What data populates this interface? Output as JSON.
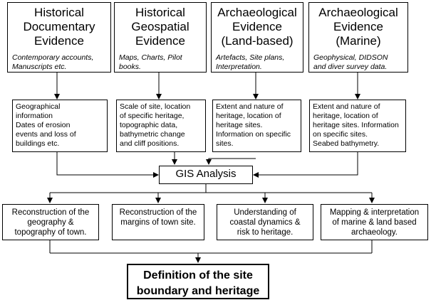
{
  "sources": [
    {
      "title": "Historical\nDocumentary\nEvidence",
      "detail": "Contemporary accounts,\nManuscripts etc."
    },
    {
      "title": "Historical\nGeospatial\nEvidence",
      "detail": "Maps, Charts, Pilot\nbooks."
    },
    {
      "title": "Archaeological\nEvidence\n(Land-based)",
      "detail": "Artefacts, Site plans,\nInterpretation."
    },
    {
      "title": "Archaeological\nEvidence\n(Marine)",
      "detail": "Geophysical, DIDSON\nand diver survey data."
    }
  ],
  "information": [
    "Geographical\ninformation\nDates of erosion\nevents and loss of\nbuildings etc.",
    "Scale of site, location\nof specific heritage,\ntopographic data,\nbathymetric change\nand cliff positions.",
    "Extent and nature of\nheritage, location of\nheritage sites.\nInformation on specific\nsites.",
    "Extent and nature of\nheritage, location of\nheritage sites. Information\non specific sites.\nSeabed bathymetry."
  ],
  "analysis": "GIS Analysis",
  "outputs": [
    "Reconstruction of the\ngeography &\ntopography of town.",
    "Reconstruction of the\nmargins of town site.",
    "Understanding of\ncoastal dynamics &\nrisk to heritage.",
    "Mapping & interpretation\nof marine & land based\narchaeology."
  ],
  "final": "Definition of the site\nboundary and heritage"
}
